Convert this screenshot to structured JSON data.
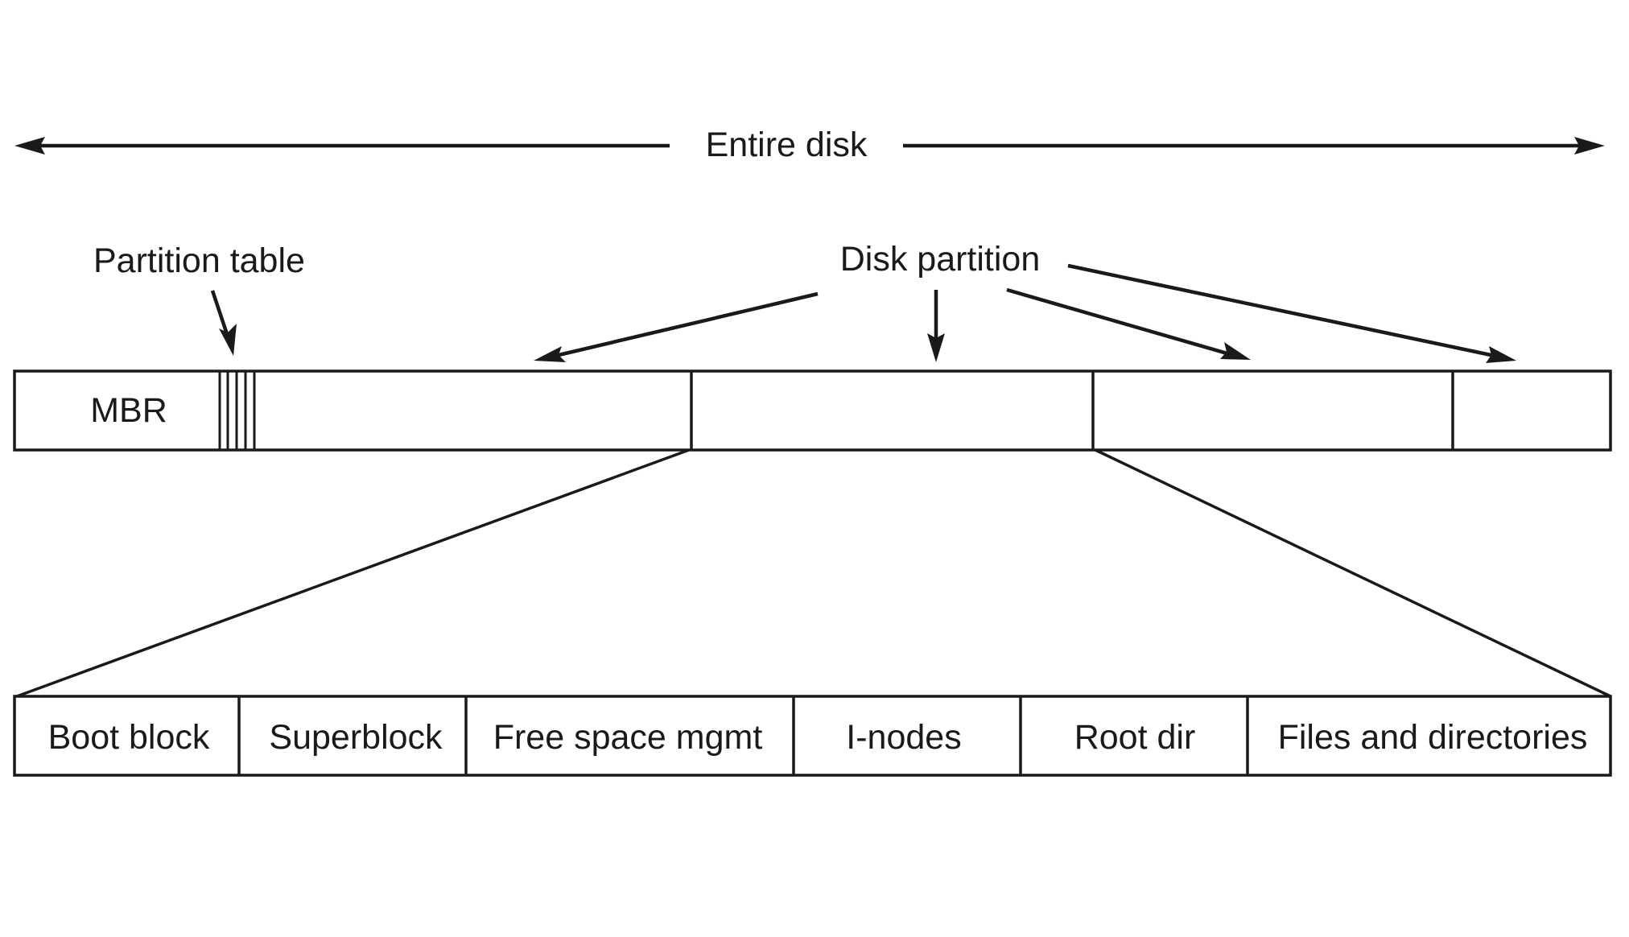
{
  "labels": {
    "entire_disk": "Entire disk",
    "partition_table": "Partition table",
    "disk_partition": "Disk partition",
    "mbr": "MBR"
  },
  "partition_layout": [
    "Boot block",
    "Superblock",
    "Free space mgmt",
    "I-nodes",
    "Root dir",
    "Files and directories"
  ],
  "colors": {
    "ink": "#1a1a1a",
    "background": "#ffffff"
  }
}
